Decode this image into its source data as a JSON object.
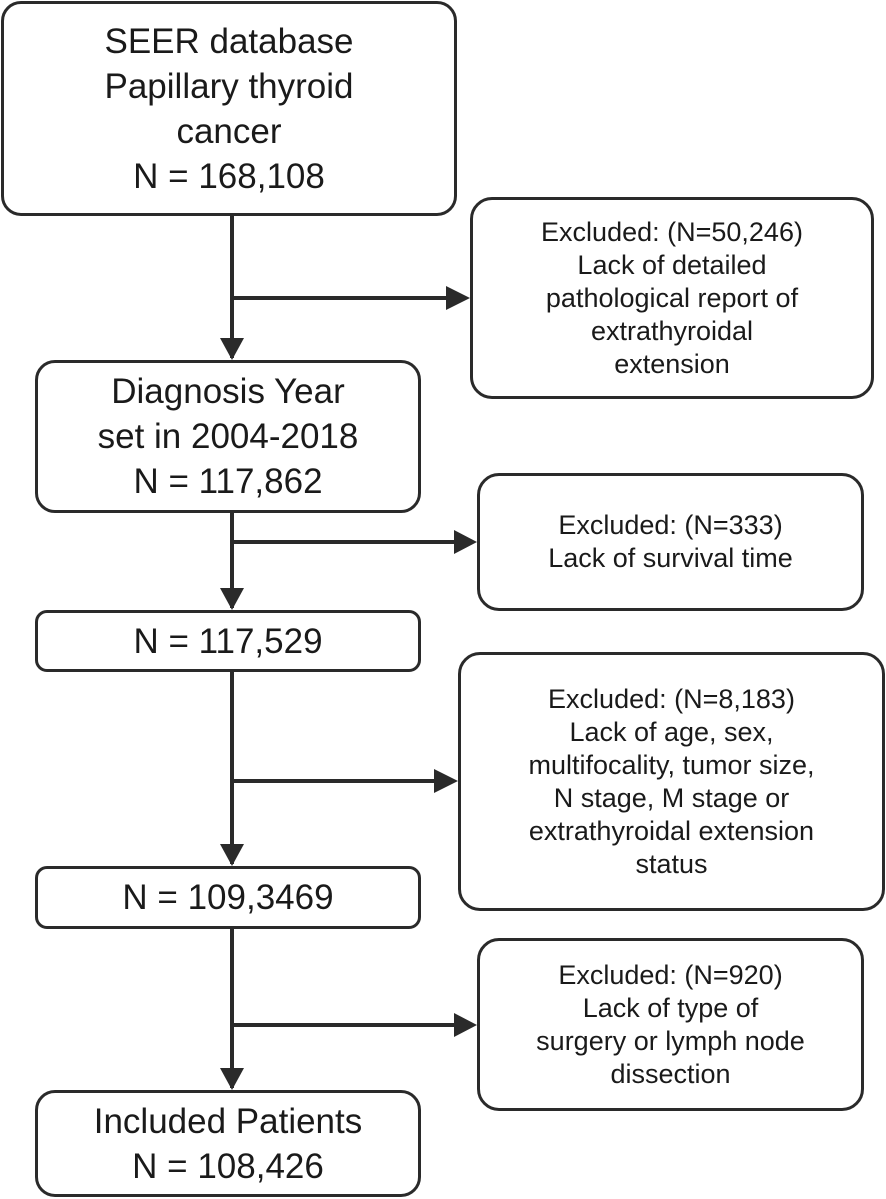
{
  "main_boxes": [
    {
      "lines": [
        "SEER database",
        "Papillary thyroid",
        "cancer",
        "N = 168,108"
      ]
    },
    {
      "lines": [
        "Diagnosis Year",
        "set in 2004-2018",
        "N = 117,862"
      ]
    },
    {
      "lines": [
        "N = 117,529"
      ]
    },
    {
      "lines": [
        "N = 109,3469"
      ]
    },
    {
      "lines": [
        "Included Patients",
        "N = 108,426"
      ]
    }
  ],
  "exclusion_boxes": [
    {
      "lines": [
        "Excluded: (N=50,246)",
        "Lack of detailed",
        "pathological report of",
        "extrathyroidal",
        "extension"
      ]
    },
    {
      "lines": [
        "Excluded: (N=333)",
        "Lack of survival time"
      ]
    },
    {
      "lines": [
        "Excluded: (N=8,183)",
        "Lack of age, sex,",
        "multifocality, tumor size,",
        "N stage, M stage or",
        "extrathyroidal extension",
        "status"
      ]
    },
    {
      "lines": [
        "Excluded: (N=920)",
        "Lack of type of",
        "surgery or lymph node",
        "dissection"
      ]
    }
  ]
}
